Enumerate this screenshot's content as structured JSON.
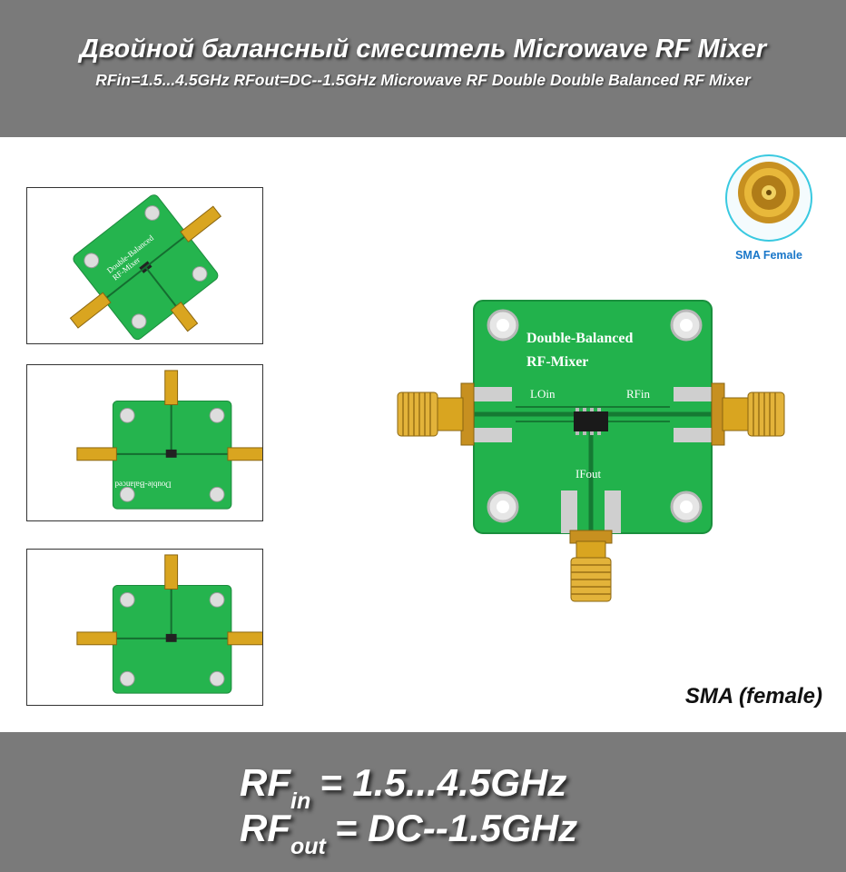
{
  "header": {
    "title": "Двойной балансный смеситель Microwave RF Mixer",
    "subtitle": "RFin=1.5...4.5GHz RFout=DC--1.5GHz Microwave RF Double Double Balanced RF Mixer"
  },
  "board": {
    "line1": "Double-Balanced",
    "line2": "RF-Mixer",
    "lo_label": "LOin",
    "rf_label": "RFin",
    "if_label": "IFout"
  },
  "badge": {
    "label": "SMA Female"
  },
  "caption": "SMA (female)",
  "specs": {
    "rf_in": {
      "base": "RF",
      "sub": "in",
      "value": "= 1.5...4.5GHz"
    },
    "rf_out": {
      "base": "RF",
      "sub": "out",
      "value": "= DC--1.5GHz"
    }
  },
  "colors": {
    "band": "#7a7a7a",
    "pcb": "#22b24c",
    "gold": "#d9a520",
    "badge_ring": "#39c9e0"
  }
}
